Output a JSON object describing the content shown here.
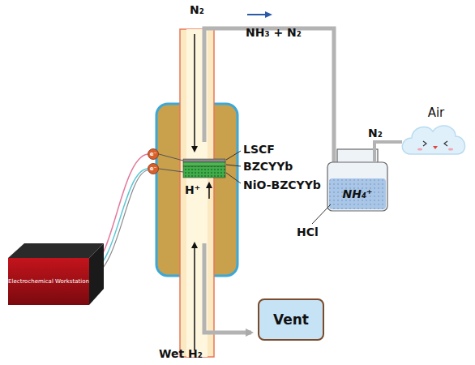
{
  "diagram": {
    "nodes": [
      {
        "text": [
          "Electrochemical Workstation"
        ]
      },
      {
        "text": [
          "NH₄⁺"
        ]
      },
      {
        "text": [
          "Air"
        ]
      },
      {
        "text": [
          "Vent"
        ]
      }
    ],
    "labels": [
      "N₂",
      "NH₃ + N₂",
      "LSCF",
      "BZCYYb",
      "H⁺",
      "NiO-BZCYYb",
      "Wet H₂",
      "N₂",
      "HCl",
      "e⁻",
      "e⁻"
    ]
  }
}
